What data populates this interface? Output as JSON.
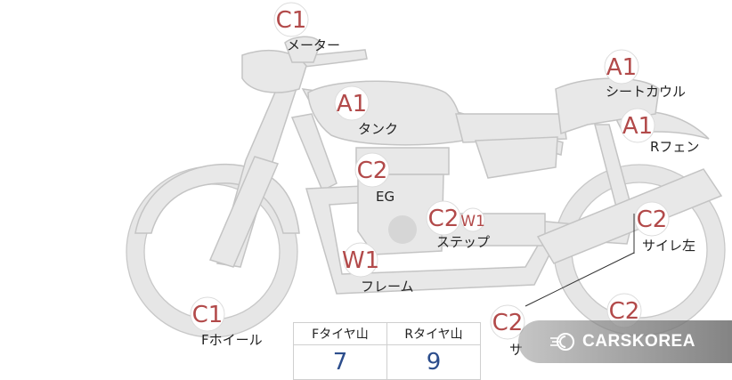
{
  "diagram": {
    "badges": [
      {
        "id": "meter",
        "code": "C1",
        "label": "メーター"
      },
      {
        "id": "tank",
        "code": "A1",
        "label": "タンク"
      },
      {
        "id": "seat-cowl",
        "code": "A1",
        "label": "シートカウル"
      },
      {
        "id": "r-fender",
        "code": "A1",
        "label": "Rフェン"
      },
      {
        "id": "engine",
        "code": "C2",
        "label": "EG"
      },
      {
        "id": "step",
        "code": "C2",
        "label": "ステップ"
      },
      {
        "id": "step-extra",
        "code": "W1",
        "label": ""
      },
      {
        "id": "silencer-left",
        "code": "C2",
        "label": "サイレ左"
      },
      {
        "id": "frame",
        "code": "W1",
        "label": "フレーム"
      },
      {
        "id": "f-wheel",
        "code": "C1",
        "label": "Fホイール"
      },
      {
        "id": "lower-left",
        "code": "C2",
        "label": "サ"
      },
      {
        "id": "lower-right",
        "code": "C2",
        "label": ""
      }
    ]
  },
  "spec_table": {
    "headers": [
      "Fタイヤ山",
      "Rタイヤ山"
    ],
    "values": [
      "7",
      "9"
    ]
  },
  "watermark": {
    "text": "CARSKOREA",
    "icon": "carskorea-logo-icon"
  }
}
